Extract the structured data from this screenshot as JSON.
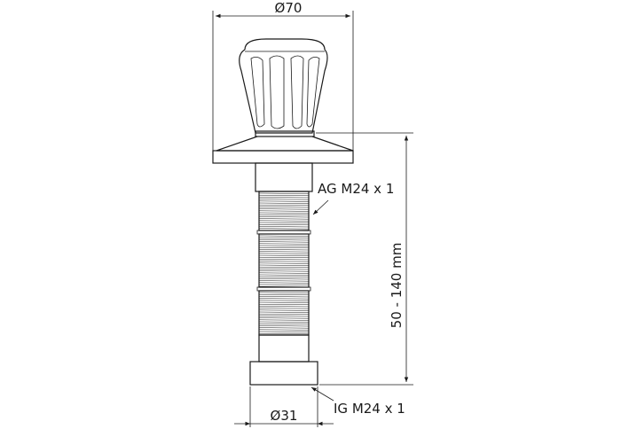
{
  "dimensions": {
    "top_diameter": "Ø70",
    "bottom_diameter": "Ø31",
    "length_range": "50 - 140 mm"
  },
  "callouts": {
    "outer_thread": "AG M24 x 1",
    "inner_thread": "IG M24 x 1"
  },
  "colors": {
    "line": "#1a1a1a",
    "background": "#ffffff"
  }
}
